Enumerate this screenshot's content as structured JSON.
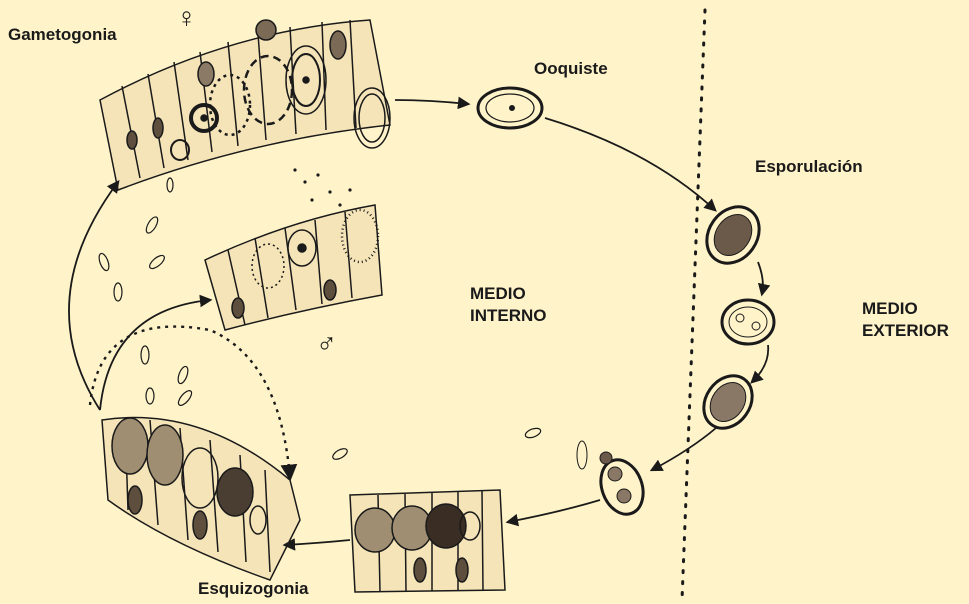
{
  "colors": {
    "background": "#fff3c9",
    "ink": "#1a1a1a",
    "cell_fill": "#f2e2b6",
    "nucleus_fill": "#6b5a4a"
  },
  "labels": {
    "gametogonia": "Gametogonia",
    "ooquiste": "Ooquiste",
    "esporulacion": "Esporulación",
    "medio_interno_1": "MEDIO",
    "medio_interno_2": "INTERNO",
    "medio_exterior_1": "MEDIO",
    "medio_exterior_2": "EXTERIOR",
    "esquizogonia": "Esquizogonia"
  },
  "symbols": {
    "female": "♀",
    "male": "♂"
  }
}
